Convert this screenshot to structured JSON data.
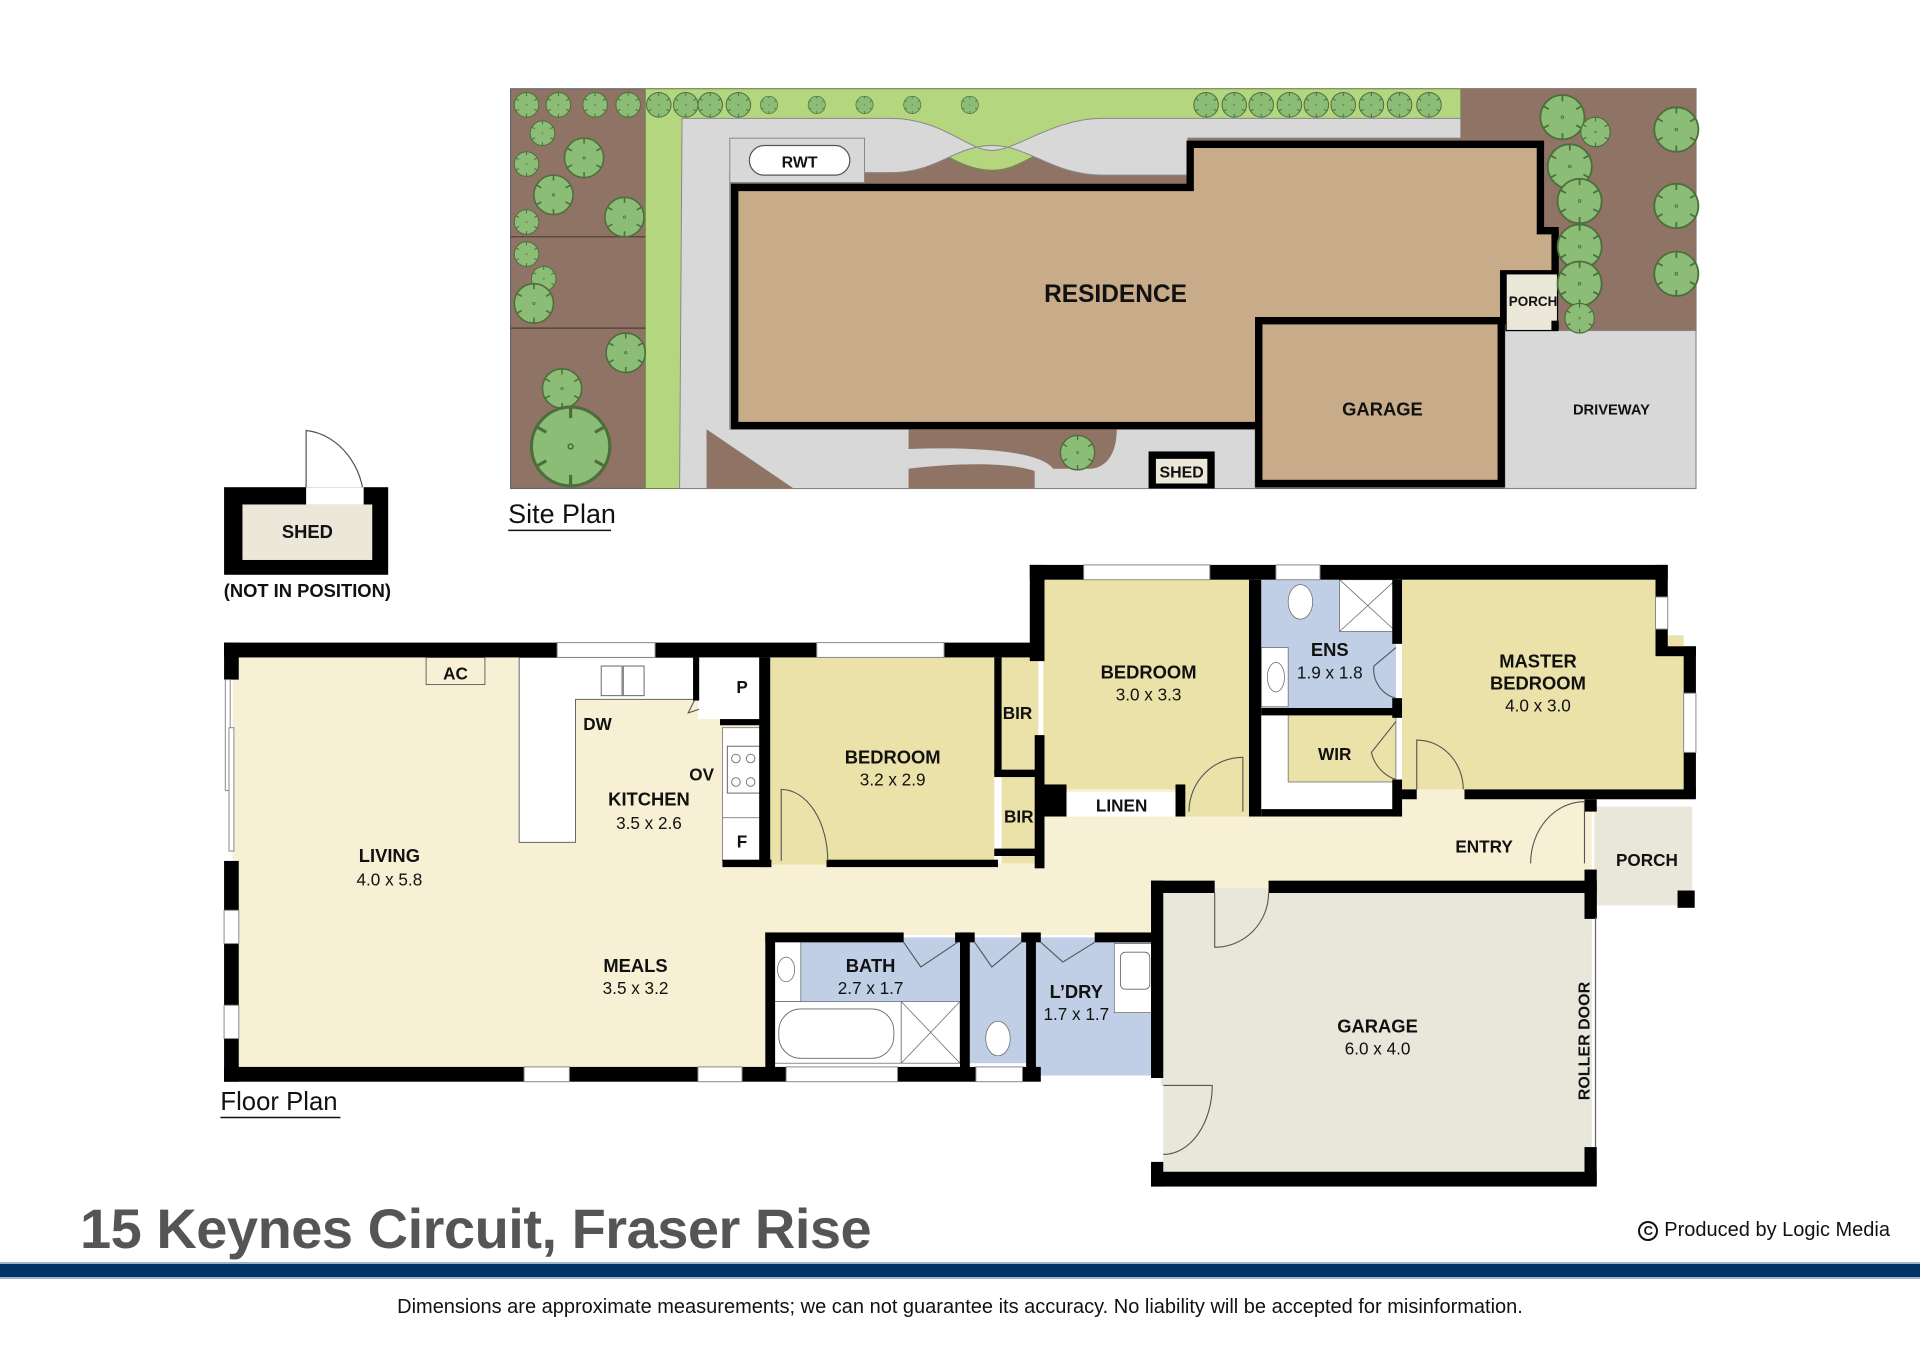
{
  "site_plan": {
    "title": "Site Plan",
    "labels": {
      "residence": "RESIDENCE",
      "garage": "GARAGE",
      "porch": "PORCH",
      "driveway": "DRIVEWAY",
      "rwt": "RWT",
      "shed": "SHED"
    }
  },
  "detached_shed": {
    "label": "SHED",
    "note": "(NOT IN POSITION)"
  },
  "floor_plan": {
    "title": "Floor Plan",
    "rooms": {
      "living": {
        "name": "LIVING",
        "dims": "4.0 x 5.8"
      },
      "kitchen": {
        "name": "KITCHEN",
        "dims": "3.5 x 2.6"
      },
      "meals": {
        "name": "MEALS",
        "dims": "3.5 x 3.2"
      },
      "bedroom2": {
        "name": "BEDROOM",
        "dims": "3.2 x 2.9"
      },
      "bedroom3": {
        "name": "BEDROOM",
        "dims": "3.0 x 3.3"
      },
      "ens": {
        "name": "ENS",
        "dims": "1.9 x 1.8"
      },
      "master": {
        "name1": "MASTER",
        "name2": "BEDROOM",
        "dims": "4.0 x 3.0"
      },
      "bath": {
        "name": "BATH",
        "dims": "2.7 x 1.7"
      },
      "laundry": {
        "name": "L’DRY",
        "dims": "1.7 x 1.7"
      },
      "garage": {
        "name": "GARAGE",
        "dims": "6.0 x 4.0"
      }
    },
    "fixtures": {
      "ac": "AC",
      "dw": "DW",
      "ov": "OV",
      "p": "P",
      "f": "F",
      "bir": "BIR",
      "linen": "LINEN",
      "wir": "WIR",
      "entry": "ENTRY",
      "porch": "PORCH",
      "roller_door": "ROLLER DOOR"
    }
  },
  "footer": {
    "address": "15 Keynes Circuit, Fraser Rise",
    "credit": "Produced by Logic Media",
    "copyright_symbol": "C",
    "disclaimer": "Dimensions are approximate measurements; we can not guarantee its accuracy. No liability will be accepted for misinformation."
  },
  "colors": {
    "band": "#003366",
    "residence": "#c8ab88",
    "soil": "#8f7364",
    "lawn": "#b3d67f",
    "paving": "#d8d8d8",
    "living_floor": "#f8f0d4",
    "bedroom_floor": "#ebe2a9",
    "wet_floor": "#c1cfe6",
    "garage_floor": "#e9e6da",
    "tree": "#8cbd77"
  }
}
